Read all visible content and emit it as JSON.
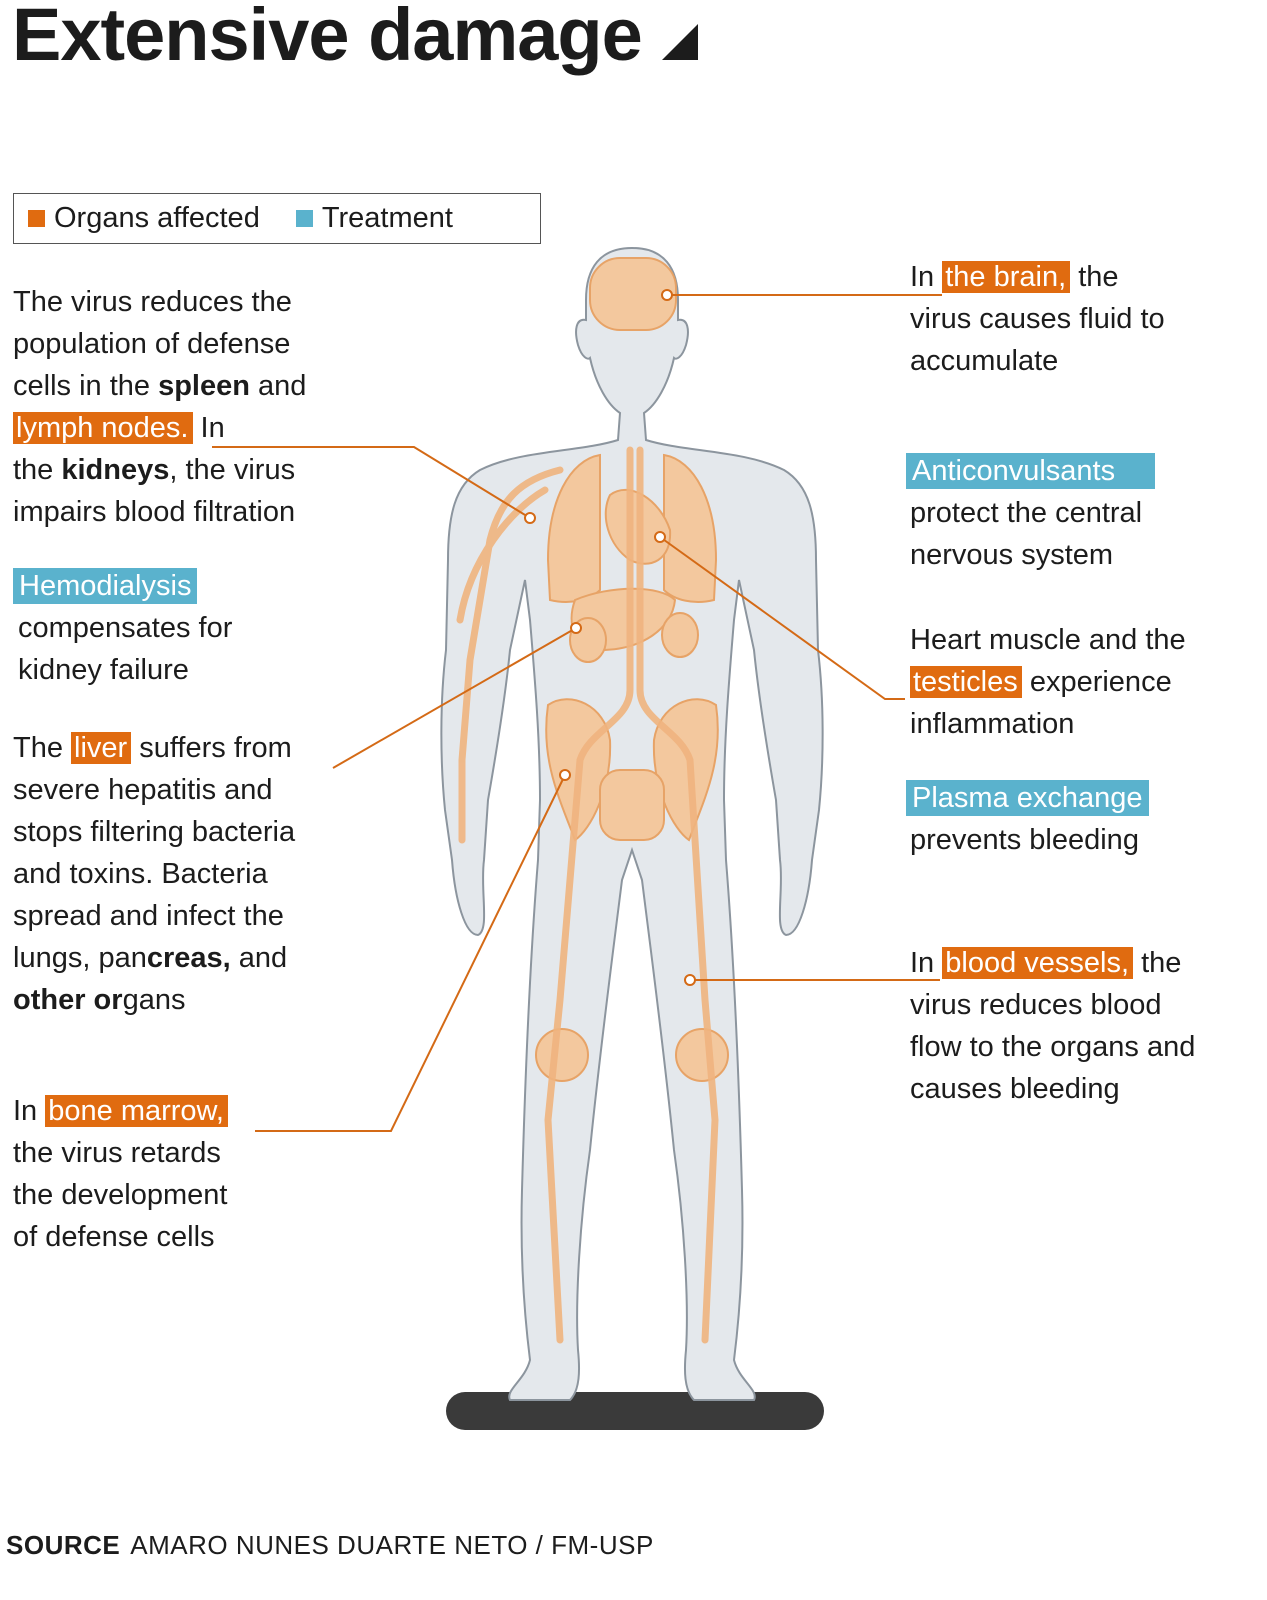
{
  "title": "Extensive damage",
  "legend": {
    "organs": "Organs affected",
    "treatment": "Treatment"
  },
  "left": {
    "spleen": {
      "l1": "The virus reduces the",
      "l2": "population of defense",
      "l3a": "cells in the ",
      "l3b": "spleen",
      "l3c": " and",
      "l4a": "lymph nodes.",
      "l4b": " In",
      "l5a": "the ",
      "l5b": "kidneys",
      "l5c": ", the virus",
      "l6": "impairs blood filtration"
    },
    "hemodialysis": {
      "tag": "Hemodialysis",
      "l1": "compensates for",
      "l2": "kidney failure"
    },
    "liver": {
      "l1a": "The ",
      "l1b": "liver",
      "l1c": " suffers from",
      "l2": "severe hepatitis and",
      "l3": "stops filtering bacteria",
      "l4": "and toxins.  Bacteria",
      "l5": "spread and infect the",
      "l6a": "lungs, pan",
      "l6b": "creas,",
      "l6c": " and",
      "l7a": "other or",
      "l7b": "gans"
    },
    "marrow": {
      "l1a": "In ",
      "l1b": "bone marrow,",
      "l2": "the virus retards",
      "l3": "the development",
      "l4": "of defense cells"
    }
  },
  "right": {
    "brain": {
      "l1a": "In ",
      "l1b": "the brain,",
      "l1c": " the",
      "l2": "virus causes fluid to",
      "l3": "accumulate"
    },
    "anticonvulsants": {
      "tag": "Anticonvulsants",
      "l1": "protect the central",
      "l2": "nervous system"
    },
    "heart": {
      "l1": "Heart muscle and the",
      "l2a": "testicles",
      "l2b": " experience",
      "l3": "inflammation"
    },
    "plasma": {
      "tag": "Plasma exchange",
      "l1": "prevents bleeding"
    },
    "vessels": {
      "l1a": "In ",
      "l1b": "blood vessels,",
      "l1c": " the",
      "l2": "virus reduces blood",
      "l3": "flow to the organs and",
      "l4": "causes bleeding"
    }
  },
  "footer": {
    "label": "SOURCE",
    "text": "AMARO NUNES DUARTE NETO / FM-USP"
  },
  "colors": {
    "organ": "#e06b10",
    "treatment": "#5ab2cd",
    "body": "#e4e8ec",
    "organ_fill": "#f4c79a"
  }
}
